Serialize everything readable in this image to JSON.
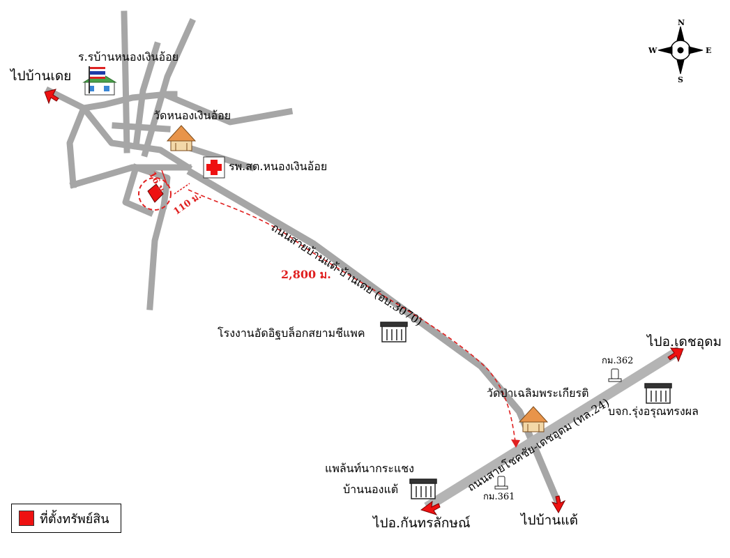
{
  "compass": {
    "n": "N",
    "s": "S",
    "e": "E",
    "w": "W"
  },
  "labels": {
    "to_ban_doei": "ไปบ้านเดย",
    "school": "ร.รบ้านหนองเงินอ้อย",
    "temple_nongngoen": "วัดหนองเงินอ้อย",
    "hospital": "รพ.สต.หนองเงินอ้อย",
    "dist_16": "16 ม.",
    "dist_110": "110 ม.",
    "dist_2800": "2,800 ม.",
    "road_main": "ถนนสายบ้านแต้-บ้านเดย (อบ.3070)",
    "factory": "โรงงานอัดอิฐบล็อกสยามชีแพค",
    "to_det_udom": "ไปอ.เดชอุดม",
    "km362": "กม.362",
    "company": "บจก.รุ่งอรุณทรงผล",
    "temple_pa": "วัดป่าเฉลิมพระเกียรติ",
    "road_highway": "ถนนสายโชคชัย-เดชอุดม (ทล.24)",
    "plant_line1": "แพล้นท์นากระแชง",
    "plant_line2": "บ้านนองแต้",
    "km361": "กม.361",
    "to_kanthararak": "ไปอ.กันทรลักษณ์",
    "to_ban_tae": "ไปบ้านแต้"
  },
  "legend": {
    "label": "ที่ตั้งทรัพย์สิน",
    "color": "#ee1111"
  },
  "icons": [
    "school-icon",
    "thai-flag-icon",
    "temple-icon",
    "hospital-cross-icon",
    "factory-icon",
    "km-marker-icon",
    "property-marker-icon",
    "compass-icon"
  ]
}
